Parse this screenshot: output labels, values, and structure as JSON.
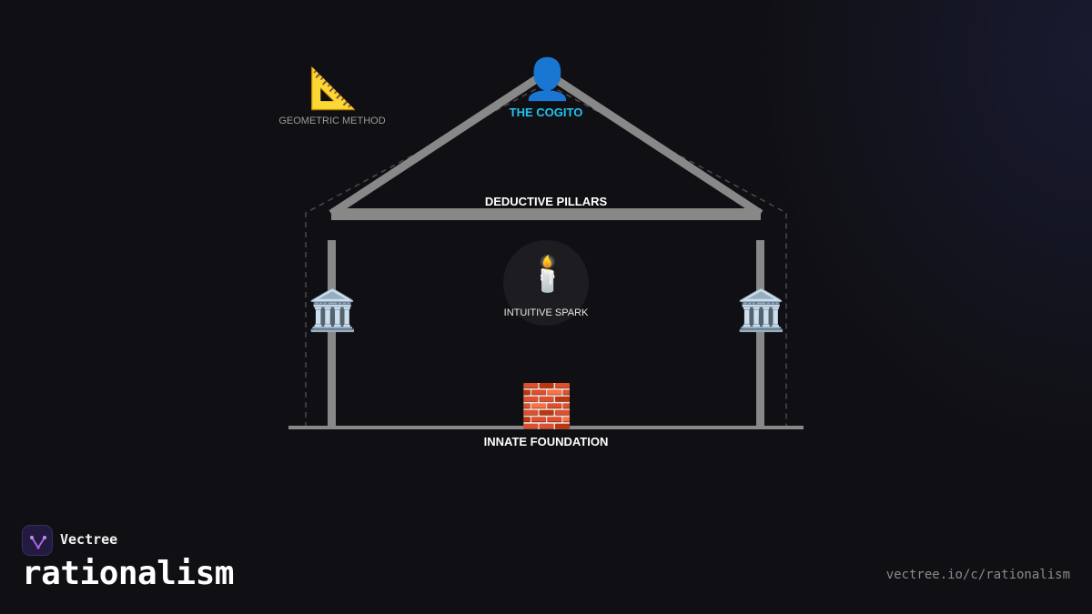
{
  "diagram": {
    "apex": {
      "icon": "👤",
      "icon_name": "person-silhouette-icon",
      "label": "THE COGITO",
      "color": "#22c3f0"
    },
    "method": {
      "icon": "📐",
      "icon_name": "triangular-ruler-icon",
      "label": "GEOMETRIC METHOD",
      "color": "#9a9a9a"
    },
    "beam": {
      "label": "DEDUCTIVE PILLARS",
      "color": "#ffffff"
    },
    "pillars": {
      "icon": "🏛️",
      "icon_name": "classical-building-icon"
    },
    "center": {
      "icon": "🕯️",
      "icon_name": "candle-icon",
      "label": "INTUITIVE SPARK",
      "color": "#e6e6e6"
    },
    "foundation": {
      "icon": "🧱",
      "icon_name": "brick-wall-icon",
      "label": "INNATE FOUNDATION",
      "color": "#ffffff"
    },
    "colors": {
      "structure": "#888888",
      "dashed_outline": "#4a4a4f",
      "spark_circle": "#1c1c21",
      "background": "#101014"
    }
  },
  "footer": {
    "brand": "Vectree",
    "title": "rationalism",
    "url": "vectree.io/c/rationalism",
    "accent": "#a566e8"
  }
}
